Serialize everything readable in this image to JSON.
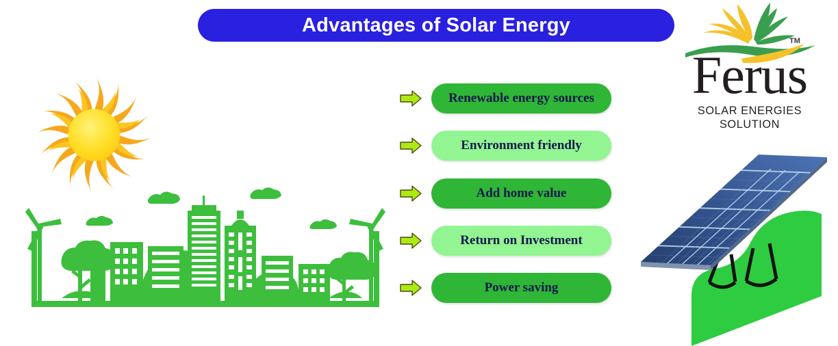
{
  "header": {
    "title": "Advantages of Solar Energy",
    "banner_color": "#2a20e0",
    "title_color": "#ffffff"
  },
  "logo": {
    "brand_name": "Ferus",
    "tagline": "SOLAR ENERGIES SOLUTION",
    "trademark": "TM",
    "mark_description": "sunburst-leaf-fan",
    "petal_yellow": "#f5c22b",
    "petal_green": "#3a9e4f",
    "text_color": "#231f20"
  },
  "benefits": {
    "arrow_fill": "#aee913",
    "arrow_stroke": "#3f3f00",
    "label_color": "#11184c",
    "dark_pill_color": "#2fb636",
    "light_pill_color": "#92f592",
    "items": [
      {
        "label": "Renewable energy sources",
        "tone": "dark",
        "arrow": "right-arrow-icon"
      },
      {
        "label": "Environment friendly",
        "tone": "light",
        "arrow": "right-arrow-icon"
      },
      {
        "label": "Add home value",
        "tone": "dark",
        "arrow": "right-arrow-icon"
      },
      {
        "label": "Return on Investment",
        "tone": "light",
        "arrow": "right-arrow-icon"
      },
      {
        "label": "Power saving",
        "tone": "dark",
        "arrow": "right-arrow-icon"
      }
    ]
  },
  "illustrations": {
    "sun": {
      "name": "sun-illustration",
      "ray_color": "#f6a81c",
      "core_color": "#ffdd22"
    },
    "city": {
      "name": "green-city-illustration",
      "color": "#3dbe3d",
      "elements": [
        "wind-turbine",
        "tree",
        "buildings",
        "clouds",
        "wind-turbine"
      ]
    },
    "solar_panel": {
      "name": "solar-panel-illustration",
      "panel_color": "#2e4f8f",
      "frame_color": "#111111",
      "hill_color": "#2ecc40"
    }
  }
}
